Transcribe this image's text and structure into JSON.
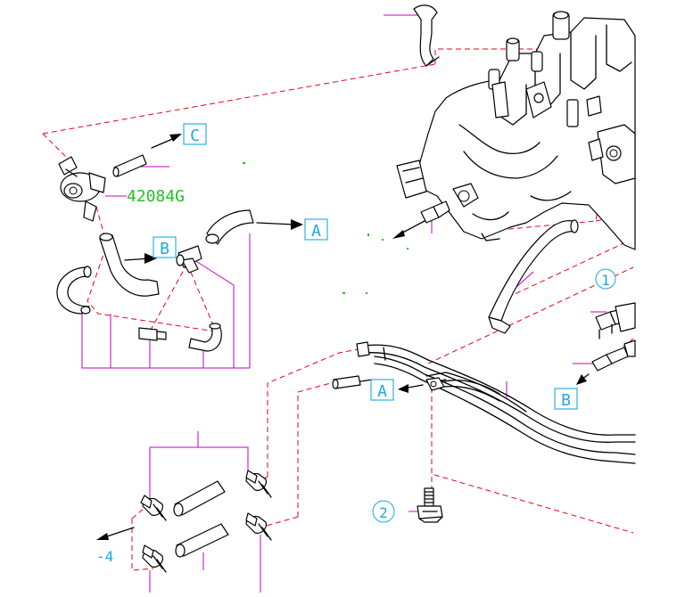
{
  "part_number": "42084G",
  "callouts": {
    "A": "A",
    "B": "B",
    "C": "C"
  },
  "circled": [
    "1",
    "2"
  ],
  "minus_ref": "-4",
  "colors": {
    "leader_magenta": "#c000c0",
    "dashed_red": "#e8001a",
    "callout_cyan": "#1aa8e0",
    "part_green": "#22c21e",
    "drawing_black": "#000000"
  }
}
